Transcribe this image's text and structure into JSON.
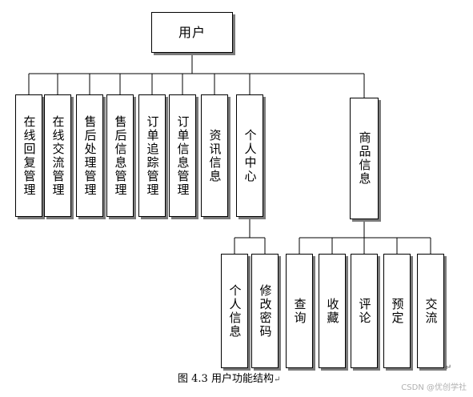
{
  "diagram": {
    "root": "用户",
    "level1": [
      "在线回复管理",
      "在线交流管理",
      "售后处理管理",
      "售后信息管理",
      "订单追踪管理",
      "订单信息管理",
      "资讯信息",
      "个人中心",
      "商品信息"
    ],
    "personal_center_children": [
      "个人信息",
      "修改密码"
    ],
    "product_children": [
      "查询",
      "收藏",
      "评论",
      "预定",
      "交流"
    ]
  },
  "caption": "图 4.3  用户功能结构",
  "paragraph_mark": "↵",
  "watermark": "CSDN @优创学社"
}
